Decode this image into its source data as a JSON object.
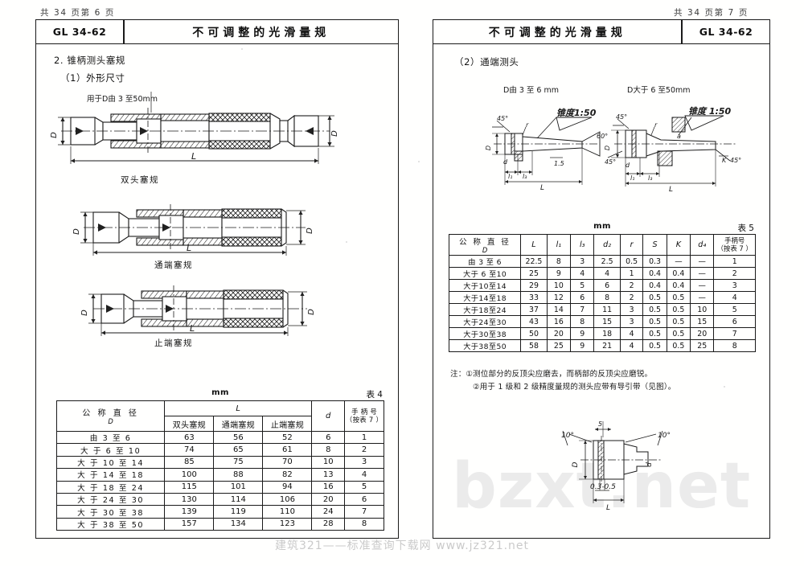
{
  "document": {
    "standard_code": "GL 34-62",
    "standard_title": "不可调整的光滑量规",
    "watermark_large": "bzxt.net",
    "watermark_bottom": "建筑321——标准查询下载网   www.jz321.net"
  },
  "left_page": {
    "page_label": "共 34 页第 6 页",
    "code": "GL 34-62",
    "title": "不可调整的光滑量规",
    "section_heading": "2. 锥柄测头塞规",
    "subsection": "（1）外形尺寸",
    "figures": [
      {
        "note": "用于D由 3 至50mm",
        "caption": "双头塞规",
        "dim_length": "L",
        "dim_diameter": "D"
      },
      {
        "caption": "通端塞规",
        "dim_length": "L",
        "dim_diameter": "D"
      },
      {
        "caption": "止端塞规",
        "dim_length": "L",
        "dim_diameter": "D"
      }
    ],
    "table": {
      "unit": "mm",
      "number": "表 4",
      "header_group": "L",
      "headers": {
        "diameter_main": "公 称 直 径",
        "diameter_sym": "D",
        "cols": [
          "双头塞规",
          "通端塞规",
          "止端塞规",
          "d",
          "手 柄 号"
        ],
        "handle_sub": "（按表 7 ）"
      },
      "rows": [
        {
          "d_range": "由  3  至  6",
          "double": "63",
          "go": "56",
          "nogo": "52",
          "d": "6",
          "handle": "1"
        },
        {
          "d_range": "大 于  6 至 10",
          "double": "74",
          "go": "65",
          "nogo": "61",
          "d": "8",
          "handle": "2"
        },
        {
          "d_range": "大 于 10 至 14",
          "double": "85",
          "go": "75",
          "nogo": "70",
          "d": "10",
          "handle": "3"
        },
        {
          "d_range": "大 于 14 至 18",
          "double": "100",
          "go": "88",
          "nogo": "82",
          "d": "13",
          "handle": "4"
        },
        {
          "d_range": "大 于 18 至 24",
          "double": "115",
          "go": "101",
          "nogo": "94",
          "d": "16",
          "handle": "5"
        },
        {
          "d_range": "大 于 24 至 30",
          "double": "130",
          "go": "114",
          "nogo": "106",
          "d": "20",
          "handle": "6"
        },
        {
          "d_range": "大 于 30 至 38",
          "double": "139",
          "go": "119",
          "nogo": "110",
          "d": "24",
          "handle": "7"
        },
        {
          "d_range": "大 于 38 至 50",
          "double": "157",
          "go": "134",
          "nogo": "123",
          "d": "28",
          "handle": "8"
        }
      ]
    }
  },
  "right_page": {
    "page_label": "共 34 页第 7 页",
    "code": "GL 34-62",
    "title": "不可调整的光滑量规",
    "subsection": "（2）通端测头",
    "figures": [
      {
        "title": "D由 3 至 6 mm",
        "taper": "锥度1:50",
        "angles": [
          "45°",
          "60°"
        ],
        "dims": [
          "D",
          "d",
          "r",
          "l",
          "l₁",
          "l₃",
          "L",
          "1.5"
        ]
      },
      {
        "title": "D大于 6 至50mm",
        "taper": "锥度 1:50",
        "angles": [
          "45°",
          "45°"
        ],
        "dims": [
          "D",
          "d",
          "r",
          "l",
          "l₁",
          "l₃",
          "L",
          "K",
          "a"
        ]
      }
    ],
    "table": {
      "unit": "mm",
      "number": "表 5",
      "headers": {
        "diameter_main": "公 称 直 径",
        "diameter_sym": "D",
        "cols": [
          "L",
          "l₁",
          "l₃",
          "d₂",
          "r",
          "S",
          "K",
          "d₄",
          "手柄号"
        ],
        "handle_sub": "（按表 7 ）"
      },
      "rows": [
        {
          "d_range": "由  3 至 6",
          "L": "22.5",
          "l1": "8",
          "l3": "3",
          "d2": "2.5",
          "r": "0.5",
          "S": "0.3",
          "K": "—",
          "d4": "—",
          "handle": "1"
        },
        {
          "d_range": "大于 6 至10",
          "L": "25",
          "l1": "9",
          "l3": "4",
          "d2": "4",
          "r": "1",
          "S": "0.4",
          "K": "0.4",
          "d4": "—",
          "handle": "2"
        },
        {
          "d_range": "大于10至14",
          "L": "29",
          "l1": "10",
          "l3": "5",
          "d2": "6",
          "r": "2",
          "S": "0.4",
          "K": "0.4",
          "d4": "—",
          "handle": "3"
        },
        {
          "d_range": "大于14至18",
          "L": "33",
          "l1": "12",
          "l3": "6",
          "d2": "8",
          "r": "2",
          "S": "0.5",
          "K": "0.5",
          "d4": "—",
          "handle": "4"
        },
        {
          "d_range": "大于18至24",
          "L": "37",
          "l1": "14",
          "l3": "7",
          "d2": "11",
          "r": "3",
          "S": "0.5",
          "K": "0.5",
          "d4": "10",
          "handle": "5"
        },
        {
          "d_range": "大于24至30",
          "L": "43",
          "l1": "16",
          "l3": "8",
          "d2": "15",
          "r": "3",
          "S": "0.5",
          "K": "0.5",
          "d4": "15",
          "handle": "6"
        },
        {
          "d_range": "大于30至38",
          "L": "50",
          "l1": "20",
          "l3": "9",
          "d2": "18",
          "r": "4",
          "S": "0.5",
          "K": "0.5",
          "d4": "20",
          "handle": "7"
        },
        {
          "d_range": "大于38至50",
          "L": "58",
          "l1": "25",
          "l3": "9",
          "d2": "21",
          "r": "4",
          "S": "0.5",
          "K": "0.5",
          "d4": "25",
          "handle": "8"
        }
      ]
    },
    "notes": [
      "注：①测位部分的反顶尖应磨去，而柄部的反顶尖应磨锐。",
      "②用于 1 级和 2 级精度量规的测头应带有导引带（见图）。"
    ],
    "detail_figure": {
      "angle_left": "10°",
      "angle_right": "10°",
      "chamfer": "0.3-0.5",
      "dims": [
        "D",
        "d",
        "L",
        "l",
        "5"
      ]
    }
  }
}
